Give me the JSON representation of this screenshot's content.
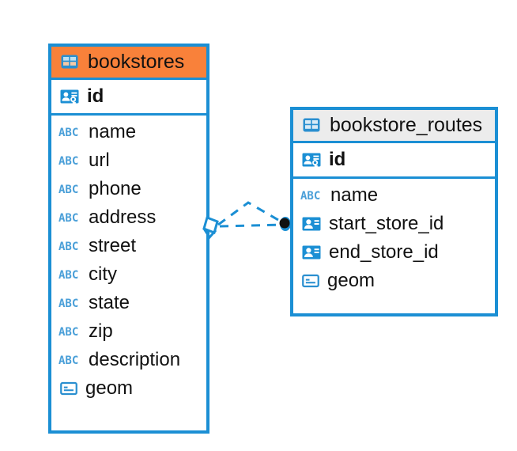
{
  "diagram": {
    "type": "entity-relationship-diagram",
    "background_color": "#ffffff",
    "accent_color": "#1b8fd4",
    "title_bar_highlight_color": "#f9813a",
    "title_bar_default_color": "#ececec"
  },
  "entities": [
    {
      "name": "bookstores",
      "header_color": "#f9813a",
      "table_icon": "table-icon",
      "primary_keys": [
        {
          "label": "id",
          "icon": "primary-key-icon"
        }
      ],
      "fields": [
        {
          "label": "name",
          "icon": "text-type-icon"
        },
        {
          "label": "url",
          "icon": "text-type-icon"
        },
        {
          "label": "phone",
          "icon": "text-type-icon"
        },
        {
          "label": "address",
          "icon": "text-type-icon"
        },
        {
          "label": "street",
          "icon": "text-type-icon"
        },
        {
          "label": "city",
          "icon": "text-type-icon"
        },
        {
          "label": "state",
          "icon": "text-type-icon"
        },
        {
          "label": "zip",
          "icon": "text-type-icon"
        },
        {
          "label": "description",
          "icon": "text-type-icon"
        },
        {
          "label": "geom",
          "icon": "geometry-type-icon"
        }
      ]
    },
    {
      "name": "bookstore_routes",
      "header_color": "#ececec",
      "table_icon": "table-icon",
      "primary_keys": [
        {
          "label": "id",
          "icon": "primary-key-icon"
        }
      ],
      "fields": [
        {
          "label": "name",
          "icon": "text-type-icon"
        },
        {
          "label": "start_store_id",
          "icon": "foreign-key-icon"
        },
        {
          "label": "end_store_id",
          "icon": "foreign-key-icon"
        },
        {
          "label": "geom",
          "icon": "geometry-type-icon"
        }
      ]
    }
  ],
  "relationship": {
    "from_entity": "bookstores",
    "to_entity": "bookstore_routes",
    "line_style": "dashed",
    "line_color": "#1b8fd4",
    "source_marker": "diamond-crowsfoot-marker",
    "target_marker": "filled-circle-marker"
  }
}
